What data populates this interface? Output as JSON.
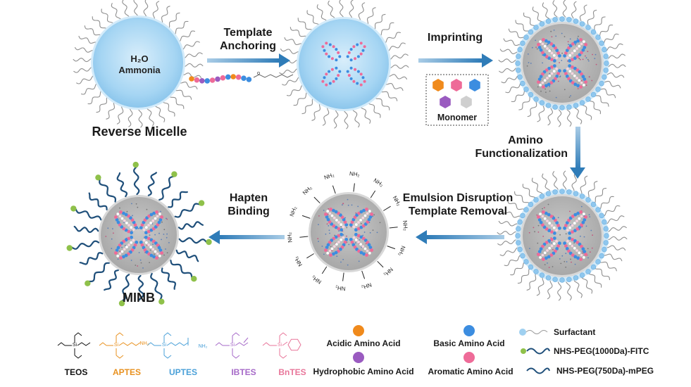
{
  "colors": {
    "arrow": "#2f7cb8",
    "micelle_fill": "#9cd0f2",
    "micelle_edge": "#c9e6f8",
    "core_gray": "#b9b9b9",
    "core_edge": "#d8d8d8",
    "acidic": "#f08a1c",
    "basic": "#3c8de0",
    "hydrophobic": "#9a5bc0",
    "aromatic": "#ee6b98",
    "monomer_gray": "#cfcfcf",
    "peg_dark": "#1f4f7a",
    "fitc_green": "#8fc14a",
    "teos": "#111111",
    "aptes": "#e8911f",
    "uptes": "#4aa0d8",
    "ibtes": "#a66ac8",
    "bntes": "#e8769a"
  },
  "micelle": {
    "core_text_line1": "H₂O",
    "core_text_line2": "Ammonia",
    "label": "Reverse Micelle"
  },
  "steps": {
    "template_anchoring": [
      "Template",
      "Anchoring"
    ],
    "imprinting": "Imprinting",
    "amino_functionalization": [
      "Amino",
      "Functionalization"
    ],
    "emulsion_disruption": [
      "Emulsion Disruption",
      "Template Removal"
    ],
    "hapten_binding": [
      "Hapten",
      "Binding"
    ]
  },
  "monomer_box": {
    "label": "Monomer"
  },
  "product": {
    "label": "MINB"
  },
  "nh2_label": "NH₂",
  "chem_subscript_si": "Si",
  "chemicals": [
    "TEOS",
    "APTES",
    "UPTES",
    "IBTES",
    "BnTES"
  ],
  "chem_groups": {
    "aptes": "NH₂",
    "uptes": "NH₂"
  },
  "legend": {
    "acidic": "Acidic Amino Acid",
    "hydrophobic": "Hydrophobic Amino Acid",
    "basic": "Basic Amino Acid",
    "aromatic": "Aromatic Amino Acid",
    "surfactant": "Surfactant",
    "peg_fitc": "NHS-PEG(1000Da)-FITC",
    "peg_mpeg": "NHS-PEG(750Da)-mPEG"
  }
}
